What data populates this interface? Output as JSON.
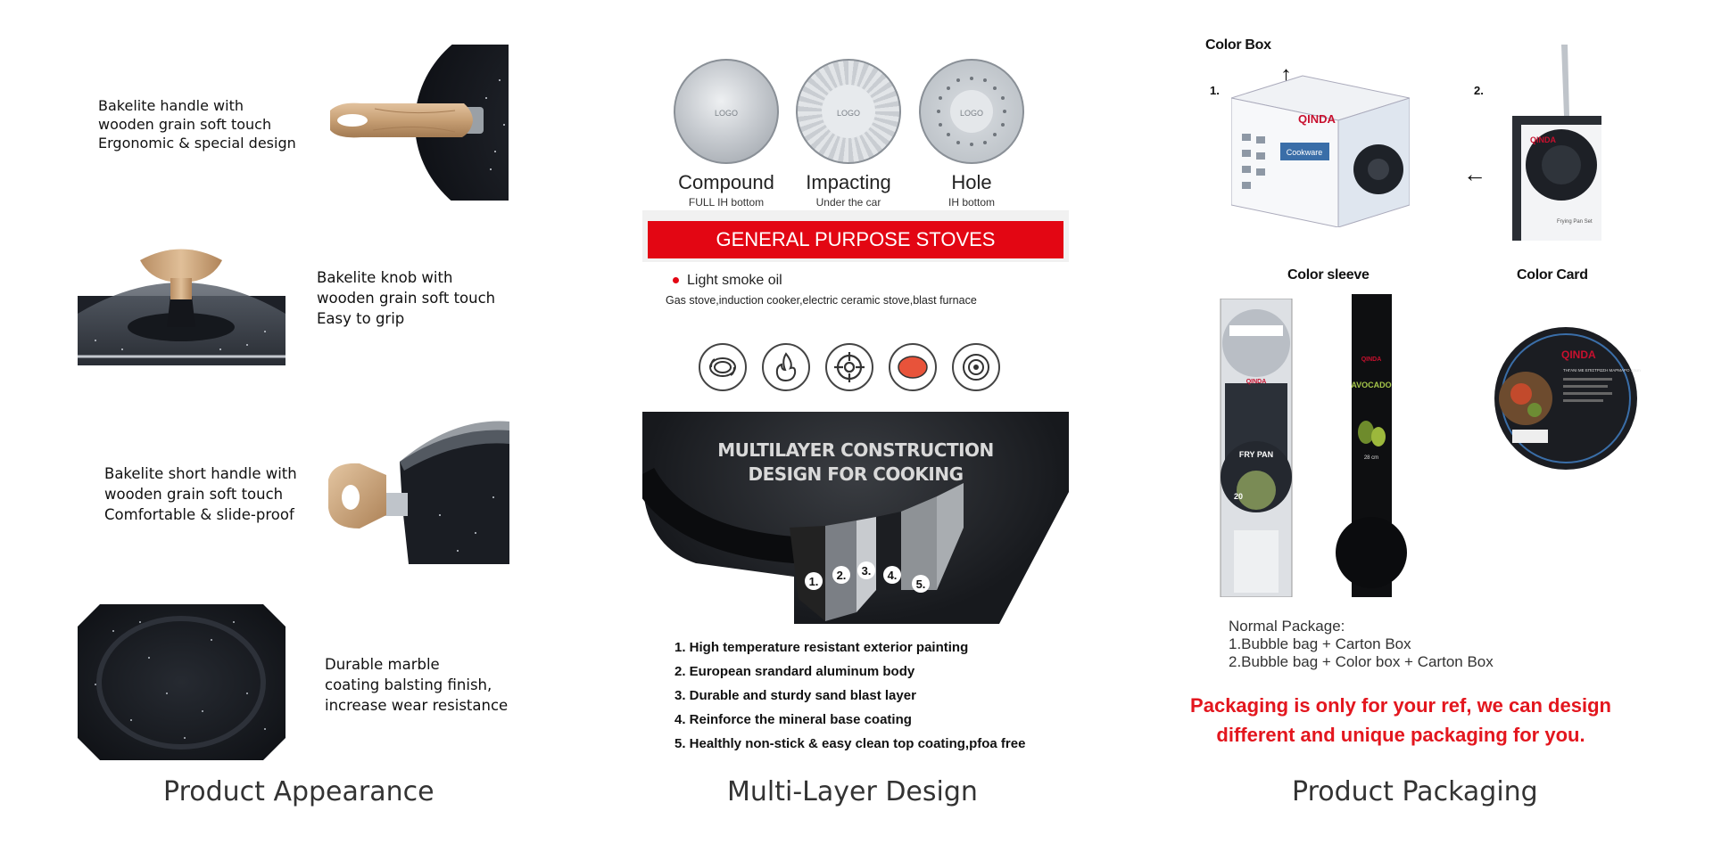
{
  "appearance": {
    "features": [
      {
        "lines": [
          "Bakelite handle with",
          "wooden grain soft touch",
          "Ergonomic & special design"
        ]
      },
      {
        "lines": [
          "Bakelite knob with",
          "wooden grain soft touch",
          "Easy to grip"
        ]
      },
      {
        "lines": [
          "Bakelite short handle with",
          "wooden grain soft touch",
          "Comfortable & slide-proof"
        ]
      },
      {
        "lines": [
          "Durable marble",
          "coating balsting finish,",
          "increase wear resistance"
        ]
      }
    ],
    "title": "Product Appearance"
  },
  "multilayer": {
    "bottoms": [
      {
        "name": "Compound",
        "sub": "FULL IH bottom",
        "logo": "LOGO"
      },
      {
        "name": "Impacting",
        "sub": "Under the car",
        "logo": "LOGO"
      },
      {
        "name": "Hole",
        "sub": "IH bottom",
        "logo": "LOGO"
      }
    ],
    "banner": "GENERAL PURPOSE STOVES",
    "oil_label": "Light smoke oil",
    "stoves_line": "Gas stove,induction cooker,electric ceramic stove,blast furnace",
    "stove_icons": [
      "induction-coil-icon",
      "gas-flame-icon",
      "burner-grate-icon",
      "ceramic-hob-icon",
      "radiant-plate-icon"
    ],
    "construction_title": [
      "MULTILAYER CONSTRUCTION",
      "DESIGN FOR COOKING"
    ],
    "layer_numbers": [
      "1.",
      "2.",
      "3.",
      "4.",
      "5."
    ],
    "layers": [
      "1. High temperature resistant exterior painting",
      "2. European srandard aluminum body",
      "3. Durable and sturdy sand blast layer",
      "4. Reinforce the mineral base coating",
      "5. Healthly non-stick & easy clean top coating,pfoa free"
    ],
    "title": "Multi-Layer Design"
  },
  "packaging": {
    "color_box_label": "Color Box",
    "num1": "1.",
    "num2": "2.",
    "color_sleeve_label": "Color sleeve",
    "color_card_label": "Color Card",
    "brand": "QINDA",
    "box_side_text": "Cookware",
    "pan_set_text": "Frying Pan Set",
    "sleeve_fry_pan": "FRY PAN",
    "sleeve_avocado": "AVOCADO",
    "size_20": "20",
    "size_28": "28 cm",
    "card_text": "ΤΗΓΑΝΙ ΜΕ ΕΠΙΣΤΡΩΣΗ ΜΑΡΜΑΡΟ 13cm",
    "normal_package": {
      "heading": "Normal Package:",
      "lines": [
        "1.Bubble bag + Carton Box",
        "2.Bubble bag + Color box + Carton Box"
      ]
    },
    "note": [
      "Packaging is only for your ref, we can design",
      "different and unique packaging for you."
    ],
    "title": "Product Packaging"
  },
  "colors": {
    "accent_red": "#e30613",
    "marble_dark": "#1b1e24",
    "wood": "#c9a27a"
  }
}
